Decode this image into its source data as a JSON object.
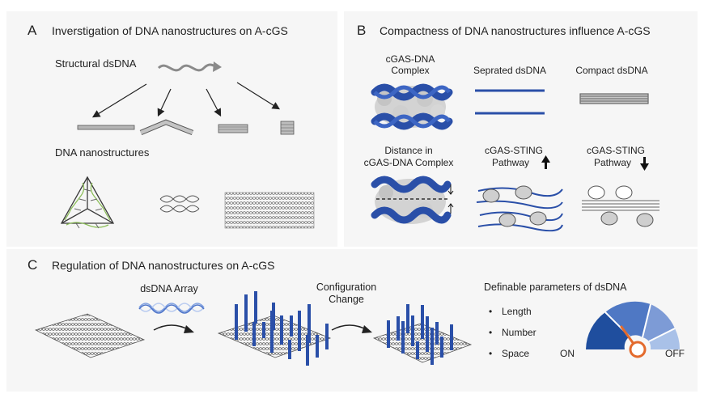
{
  "panelA": {
    "letter": "A",
    "title": "Inverstigation of DNA nanostructures on A-cGS",
    "structural_label": "Structural dsDNA",
    "nano_label": "DNA nanostructures"
  },
  "panelB": {
    "letter": "B",
    "title": "Compactness of DNA nanostructures influence A-cGS",
    "complex_label_1": "cGAS-DNA",
    "complex_label_2": "Complex",
    "separated_label": "Seprated dsDNA",
    "compact_label": "Compact dsDNA",
    "distance_label_1": "Distance in",
    "distance_label_2": "cGAS-DNA Complex",
    "pathway_up_label_1": "cGAS-STING",
    "pathway_up_label_2": "Pathway",
    "pathway_down_label_1": "cGAS-STING",
    "pathway_down_label_2": "Pathway"
  },
  "panelC": {
    "letter": "C",
    "title": "Regulation of DNA nanostructures on A-cGS",
    "array_label": "dsDNA Array",
    "config_label_1": "Configuration",
    "config_label_2": "Change",
    "params_title": "Definable  parameters of dsDNA",
    "params": [
      "Length",
      "Number",
      "Space"
    ],
    "gauge_on": "ON",
    "gauge_off": "OFF"
  },
  "colors": {
    "panel_bg": "#f6f6f6",
    "dna_blue": "#2a4fa8",
    "protein_grey": "#c9c9c9",
    "gauge_dark": "#1f4e9e",
    "gauge_mid": "#4f78c4",
    "gauge_light": "#a9c1e8",
    "needle": "#e36a2c"
  },
  "icons": [
    "arrow-up-icon",
    "arrow-down-icon",
    "curved-arrow-icon",
    "gauge-icon"
  ]
}
